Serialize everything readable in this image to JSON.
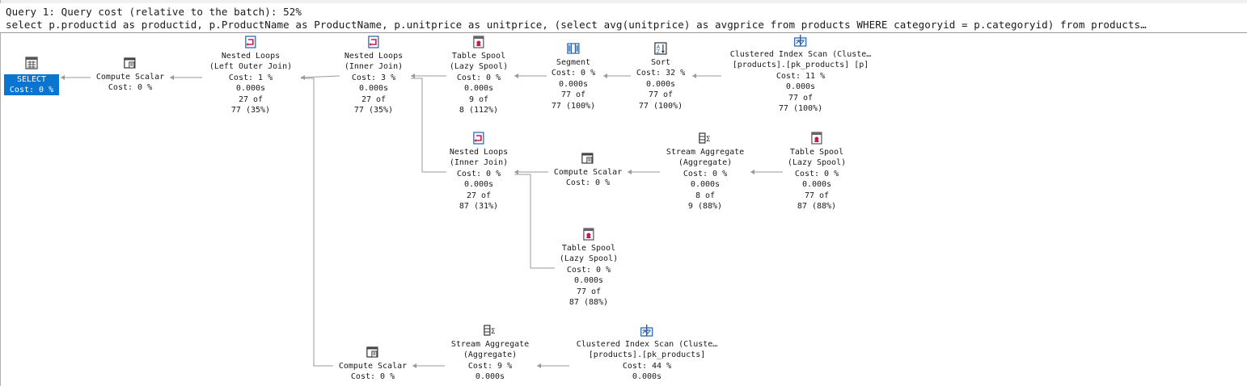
{
  "header": {
    "line1": "Query 1: Query cost (relative to the batch): 52%",
    "line2": "select p.productid as productid, p.ProductName as ProductName, p.unitprice as unitprice, (select avg(unitprice) as avgprice from products WHERE categoryid = p.categoryid) from products…"
  },
  "nodes": {
    "select": {
      "l1": "SELECT",
      "l2": "Cost: 0 %",
      "icon": "select-icon"
    },
    "cs1": {
      "l1": "Compute Scalar",
      "l2": "Cost: 0 %",
      "icon": "compute-scalar-icon"
    },
    "nl1": {
      "l1": "Nested Loops",
      "l2": "(Left Outer Join)",
      "l3": "Cost: 1 %",
      "l4": "0.000s",
      "l5": "27 of",
      "l6": "77 (35%)",
      "icon": "nested-loops-icon"
    },
    "nl2": {
      "l1": "Nested Loops",
      "l2": "(Inner Join)",
      "l3": "Cost: 3 %",
      "l4": "0.000s",
      "l5": "27 of",
      "l6": "77 (35%)",
      "icon": "nested-loops-icon"
    },
    "ts1": {
      "l1": "Table Spool",
      "l2": "(Lazy Spool)",
      "l3": "Cost: 0 %",
      "l4": "0.000s",
      "l5": "9 of",
      "l6": "8 (112%)",
      "icon": "table-spool-icon"
    },
    "seg": {
      "l1": "Segment",
      "l2": "Cost: 0 %",
      "l3": "0.000s",
      "l4": "77 of",
      "l5": "77 (100%)",
      "icon": "segment-icon"
    },
    "sort": {
      "l1": "Sort",
      "l2": "Cost: 32 %",
      "l3": "0.000s",
      "l4": "77 of",
      "l5": "77 (100%)",
      "icon": "sort-icon"
    },
    "cis1": {
      "l1": "Clustered Index Scan (Cluste…",
      "l2": "[products].[pk_products] [p]",
      "l3": "Cost: 11 %",
      "l4": "0.000s",
      "l5": "77 of",
      "l6": "77 (100%)",
      "icon": "clustered-index-scan-icon"
    },
    "nl3": {
      "l1": "Nested Loops",
      "l2": "(Inner Join)",
      "l3": "Cost: 0 %",
      "l4": "0.000s",
      "l5": "27 of",
      "l6": "87 (31%)",
      "icon": "nested-loops-icon"
    },
    "cs2": {
      "l1": "Compute Scalar",
      "l2": "Cost: 0 %",
      "icon": "compute-scalar-icon"
    },
    "sa1": {
      "l1": "Stream Aggregate",
      "l2": "(Aggregate)",
      "l3": "Cost: 0 %",
      "l4": "0.000s",
      "l5": "8 of",
      "l6": "9 (88%)",
      "icon": "stream-aggregate-icon"
    },
    "ts2": {
      "l1": "Table Spool",
      "l2": "(Lazy Spool)",
      "l3": "Cost: 0 %",
      "l4": "0.000s",
      "l5": "77 of",
      "l6": "87 (88%)",
      "icon": "table-spool-icon"
    },
    "ts3": {
      "l1": "Table Spool",
      "l2": "(Lazy Spool)",
      "l3": "Cost: 0 %",
      "l4": "0.000s",
      "l5": "77 of",
      "l6": "87 (88%)",
      "icon": "table-spool-icon"
    },
    "cs3": {
      "l1": "Compute Scalar",
      "l2": "Cost: 0 %",
      "icon": "compute-scalar-icon"
    },
    "sa2": {
      "l1": "Stream Aggregate",
      "l2": "(Aggregate)",
      "l3": "Cost: 9 %",
      "l4": "0.000s",
      "icon": "stream-aggregate-icon"
    },
    "cis2": {
      "l1": "Clustered Index Scan (Cluste…",
      "l2": "[products].[pk_products]",
      "l3": "Cost: 44 %",
      "l4": "0.000s",
      "icon": "clustered-index-scan-icon"
    }
  },
  "colors": {
    "selection": "#0a74d1",
    "edge": "#9a9a9a",
    "spool": "#c2185b",
    "nested": "#c2185b",
    "blue": "#1f5fb0"
  }
}
